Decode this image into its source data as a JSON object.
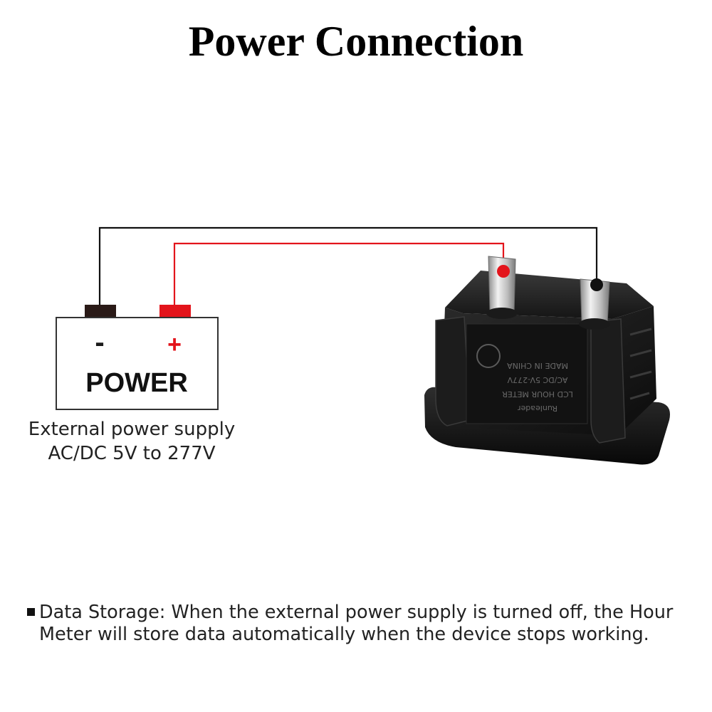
{
  "title": "Power Connection",
  "power_supply": {
    "label": "POWER",
    "negative_symbol": "-",
    "positive_symbol": "+",
    "caption_line1": "External power supply",
    "caption_line2": "AC/DC 5V to 277V"
  },
  "device": {
    "label_lines": [
      "Runleader",
      "LCD HOUR METER",
      "AC/DC 5V-277V",
      "MADE IN CHINA"
    ]
  },
  "note": {
    "line1": "Data Storage: When the external power supply is turned off, the Hour",
    "line2": "Meter will store data automatically when the device stops working."
  },
  "colors": {
    "negative_wire": "#111111",
    "positive_wire": "#e3141b",
    "negative_terminal": "#2a1a17",
    "positive_terminal": "#e3141b"
  }
}
